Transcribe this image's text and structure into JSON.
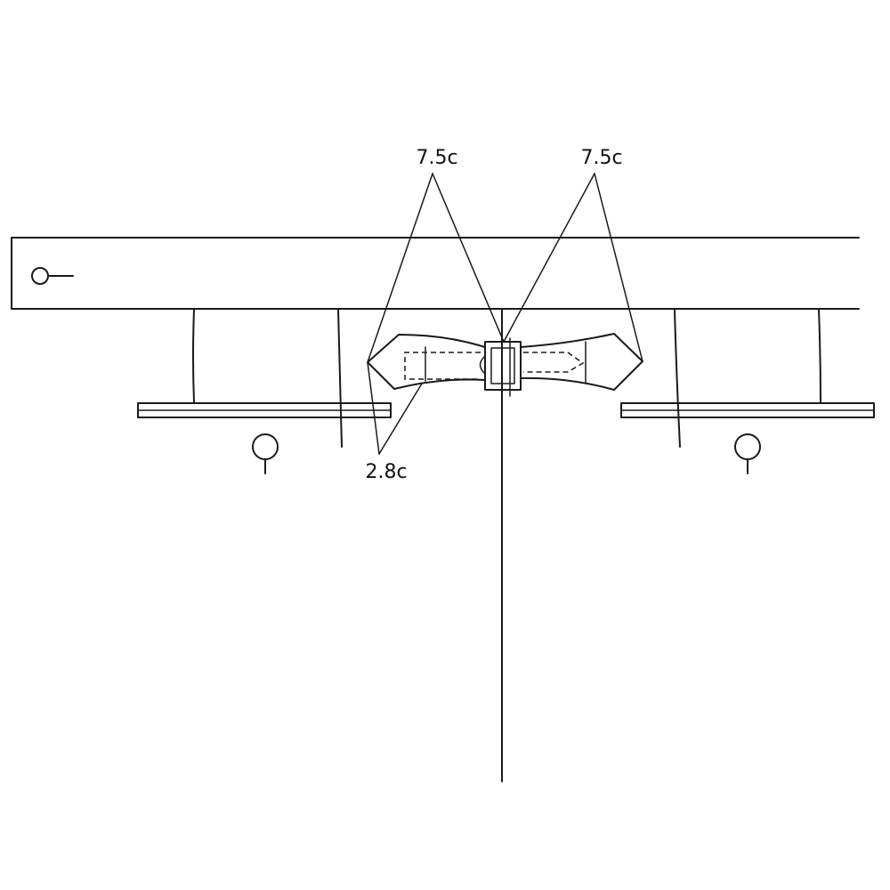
{
  "annotations": {
    "top_left": "7.5c",
    "top_right": "7.5c",
    "bottom": "2.8c"
  }
}
